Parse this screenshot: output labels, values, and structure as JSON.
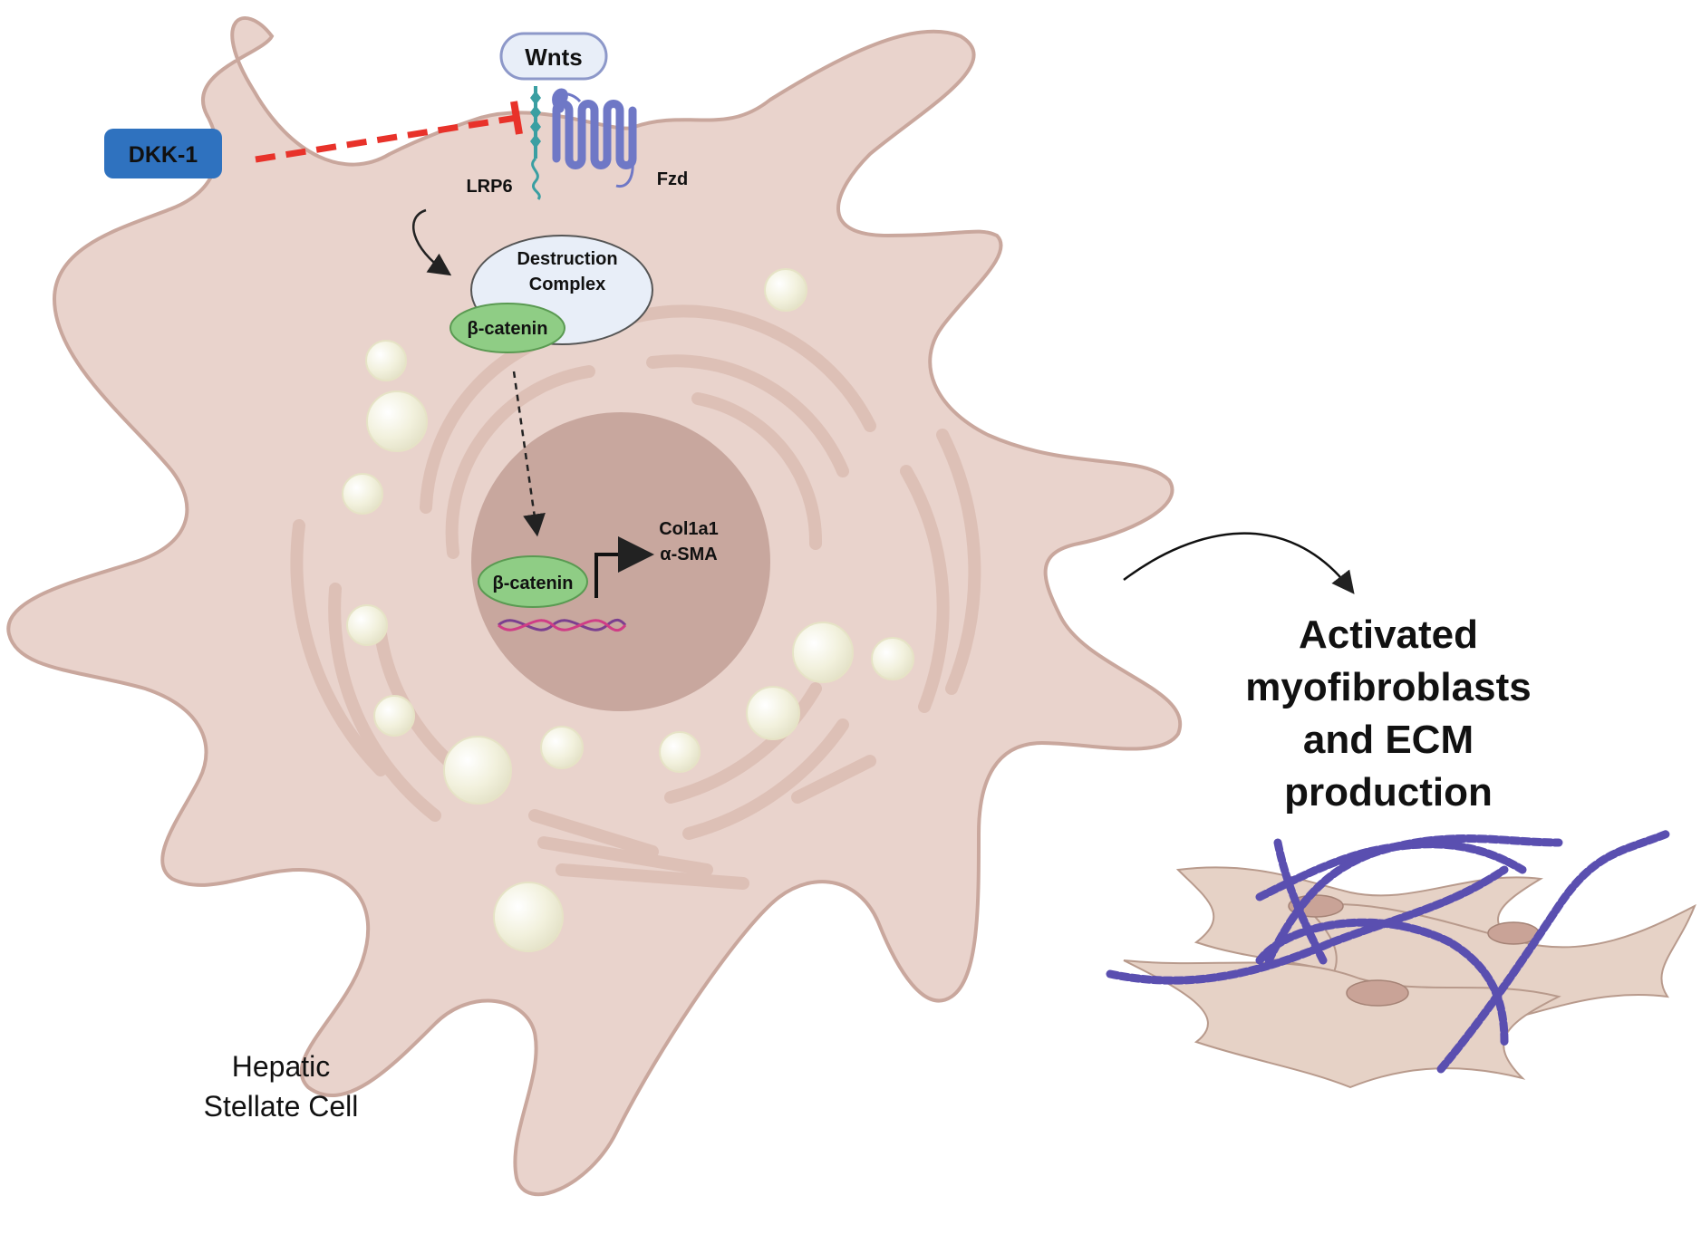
{
  "labels": {
    "wnts": "Wnts",
    "dkk1": "DKK-1",
    "lrp6": "LRP6",
    "fzd": "Fzd",
    "destruction_complex_line1": "Destruction",
    "destruction_complex_line2": "Complex",
    "beta_catenin_cytoplasm": "β-catenin",
    "beta_catenin_nucleus": "β-catenin",
    "gene_col1a1": "Col1a1",
    "gene_asma": "α-SMA",
    "cell_name_line1": "Hepatic",
    "cell_name_line2": "Stellate Cell",
    "outcome_line1": "Activated",
    "outcome_line2": "myofibroblasts",
    "outcome_line3": "and ECM",
    "outcome_line4": "production"
  },
  "colors": {
    "cell_fill": "#e9d3cc",
    "cell_outline": "#c9a79d",
    "nucleus": "#c8a79e",
    "er": "#ddc0b6",
    "vesicle": "#f2f1dd",
    "dkk1_box": "#2f72bf",
    "inhibition": "#e8322a",
    "receptor": "#6f78c6",
    "lrp6": "#3a9fa2",
    "beta_catenin": "#8fcd85",
    "destruction_complex": "#e8eef8",
    "collagen": "#5a4fb0",
    "fibroblast_fill": "#e6d2c6",
    "dna_purple": "#7b3f8f",
    "dna_pink": "#cf3d86"
  }
}
